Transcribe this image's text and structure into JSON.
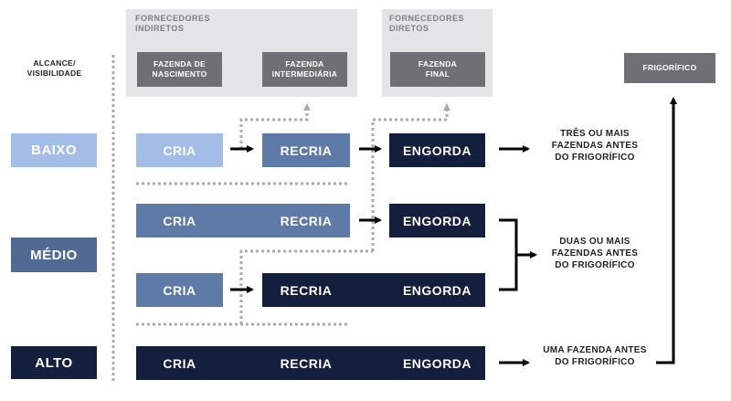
{
  "panels": {
    "indirect_title": "FORNECEDORES\nINDIRETOS",
    "direct_title": "FORNECEDORES\nDIRETOS"
  },
  "stages": {
    "birth": "FAZENDA DE\nNASCIMENTO",
    "intermediate": "FAZENDA\nINTERMEDIÁRIA",
    "final": "FAZENDA\nFINAL",
    "slaughterhouse": "FRIGORÍFICO"
  },
  "visibility_label": "ALCANCE/\nVISIBILIDADE",
  "levels": {
    "low": "BAIXO",
    "medium": "MÉDIO",
    "high": "ALTO"
  },
  "activities": {
    "cria": "CRIA",
    "recria": "RECRIA",
    "engorda": "ENGORDA"
  },
  "outcomes": {
    "three_or_more": "TRÊS OU MAIS\nFAZENDAS ANTES\nDO FRIGORÍFICO",
    "two_or_more": "DUAS OU MAIS\nFAZENDAS ANTES\nDO FRIGORÍFICO",
    "one": "UMA FAZENDA ANTES\nDO FRIGORÍFICO"
  },
  "colors": {
    "light_blue": "#a4bde6",
    "mid_blue": "#506a94",
    "dark_navy": "#141e3d",
    "panel_gray": "#e3e4e5",
    "stage_gray": "#6e7073",
    "dotted_gray": "#a9abae"
  }
}
